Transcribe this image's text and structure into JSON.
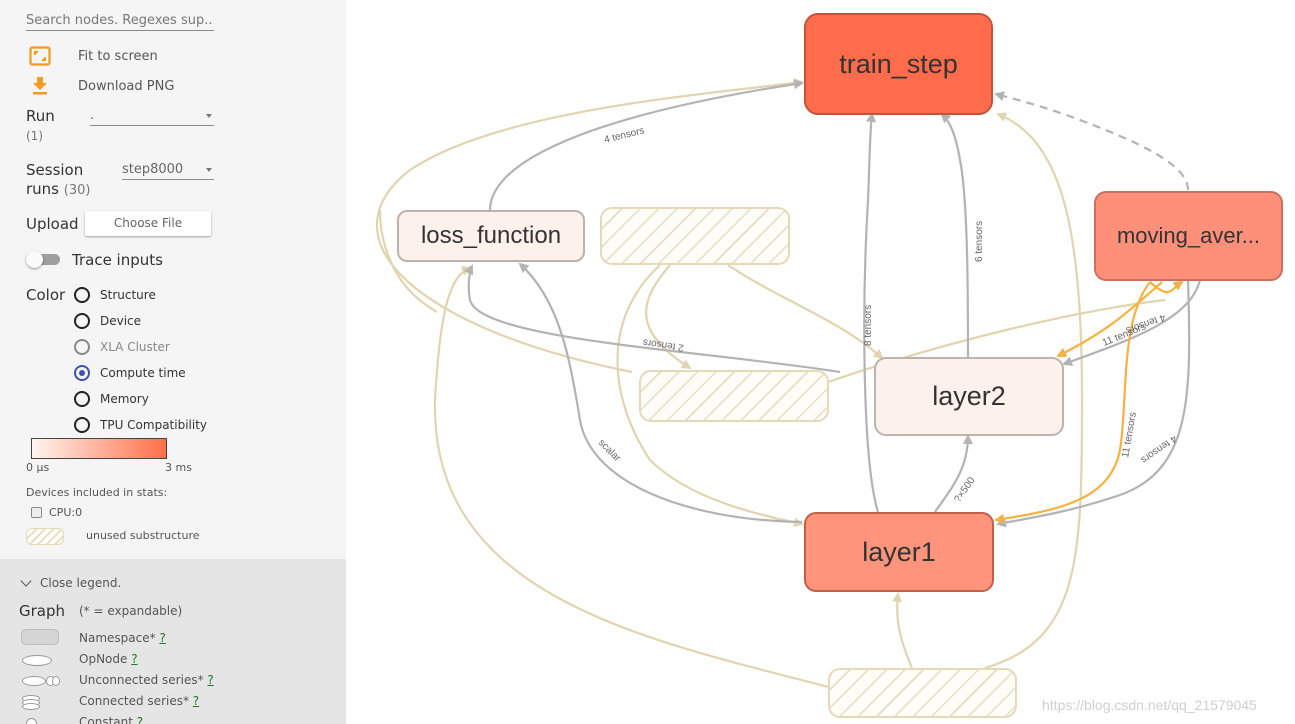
{
  "sidebar": {
    "search_placeholder": "Search nodes. Regexes sup...",
    "fit_label": "Fit to screen",
    "download_label": "Download PNG",
    "run_label": "Run",
    "run_count": "(1)",
    "run_value": ".",
    "session_label_1": "Session",
    "session_label_2": "runs",
    "session_count": "(30)",
    "session_value": "step8000",
    "upload_label": "Upload",
    "upload_button": "Choose File",
    "trace_label": "Trace inputs",
    "color_label": "Color",
    "color_options": [
      "Structure",
      "Device",
      "XLA Cluster",
      "Compute time",
      "Memory",
      "TPU Compatibility"
    ],
    "color_selected": "Compute time",
    "scale_min": "0 µs",
    "scale_max": "3 ms",
    "devices_label": "Devices included in stats:",
    "device_cpu": "CPU:0",
    "unused_label": "unused substructure"
  },
  "legend": {
    "close_label": "Close legend.",
    "graph_label": "Graph",
    "expandable_note": "(* = expandable)",
    "items": [
      {
        "label": "Namespace*",
        "help": "?"
      },
      {
        "label": "OpNode",
        "help": "?"
      },
      {
        "label": "Unconnected series*",
        "help": "?"
      },
      {
        "label": "Connected series*",
        "help": "?"
      },
      {
        "label": "Constant",
        "help": "?"
      }
    ]
  },
  "graph": {
    "nodes": {
      "train_step": "train_step",
      "loss_function": "loss_function",
      "moving_average": "moving_aver...",
      "layer2": "layer2",
      "layer1": "layer1"
    },
    "edge_labels": {
      "e1": "4 tensors",
      "e2": "6 tensors",
      "e3": "8 tensors",
      "e4": "2 tensors",
      "e5": "11 tensors",
      "e6": "4 tensors",
      "e7": "11 tensors",
      "e8": "4 tensors",
      "e9": "scalar",
      "e10": "?×500"
    }
  },
  "watermark": "https://blog.csdn.net/qq_21579045",
  "colors": {
    "train_step_fill": "#ff6c4c",
    "layer1_fill": "#fe947b",
    "moving_fill": "#fe907a",
    "light_fill": "#fdf1ec",
    "edge_grey": "#b3b3b3",
    "edge_tan": "#e0d5b0",
    "edge_orange": "#f6b143"
  }
}
